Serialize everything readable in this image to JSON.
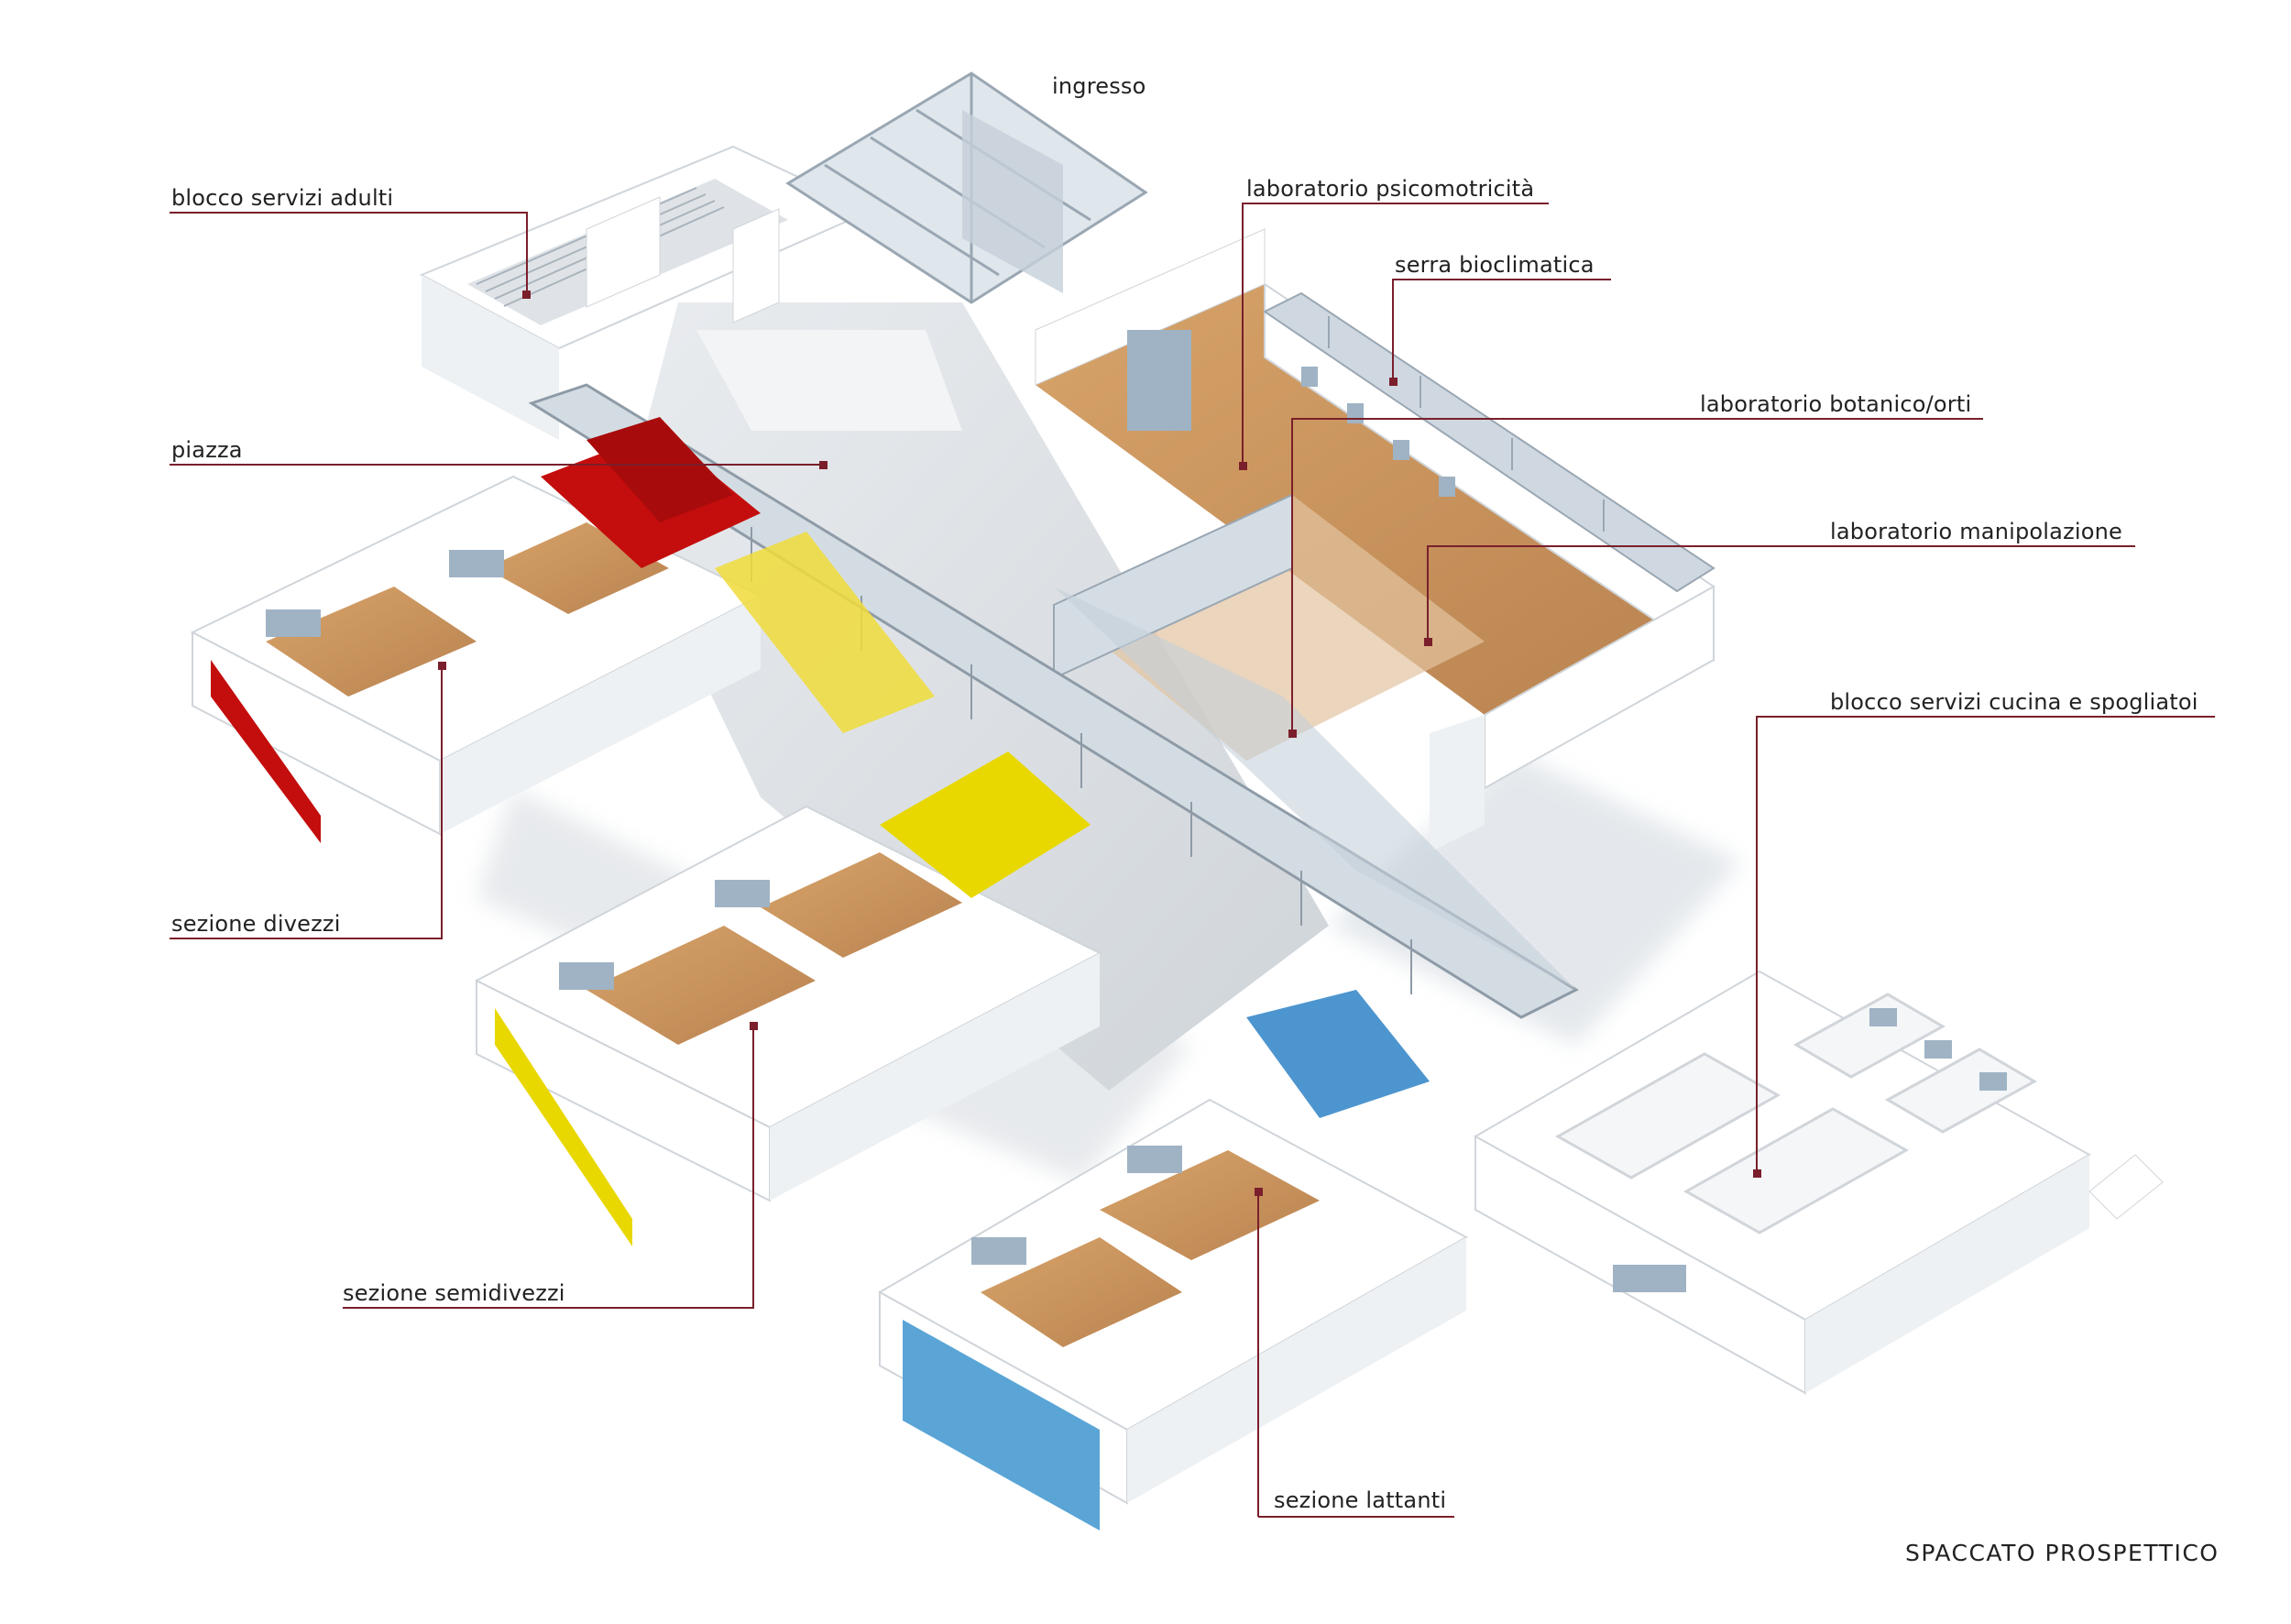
{
  "labels": {
    "ingresso": "ingresso",
    "blocco_servizi_adulti": "blocco servizi adulti",
    "piazza": "piazza",
    "sezione_divezzi": "sezione divezzi",
    "sezione_semidivezzi": "sezione semidivezzi",
    "sezione_lattanti": "sezione lattanti",
    "laboratorio_psicomotricita": "laboratorio psicomotricità",
    "serra_bioclimatica": "serra bioclimatica",
    "laboratorio_botanico": "laboratorio botanico/orti",
    "laboratorio_manipolazione": "laboratorio manipolazione",
    "blocco_servizi_cucina": "blocco servizi cucina e spogliatoi"
  },
  "caption": "SPACCATO  PROSPETTICO",
  "colors": {
    "leader": "#7a1f2b",
    "wall": "#ffffff",
    "wall_shade": "#e6e9ec",
    "floor_wood": "#c8955e",
    "floor_grey": "#dcdfe2",
    "glass": "#b9c6d2",
    "divezzi": "#c40d0d",
    "semidivezzi": "#e8d800",
    "lattanti": "#5aa5d6"
  }
}
